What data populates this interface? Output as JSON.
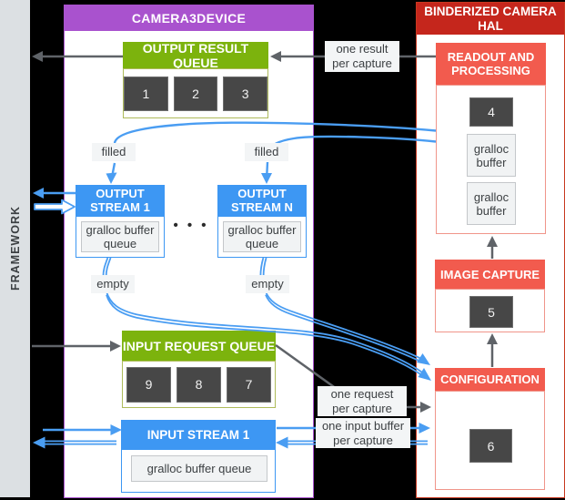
{
  "colors": {
    "purple": "#A952CE",
    "dark-red": "#C5261C",
    "light-red": "#F25B4E",
    "green": "#7CB30D",
    "blue": "#3D97F3",
    "arrow-blue": "#4A9DF2",
    "arrow-gray": "#5F6368",
    "dark-box": "#474747",
    "olive-border": "#AEBB5A",
    "label-bg": "#F3F5F6",
    "framework-bg": "#DCE0E3",
    "light-red-border": "#F0958A"
  },
  "framework": {
    "label": "FRAMEWORK"
  },
  "camera3device": {
    "title": "CAMERA3DEVICE",
    "output_result_queue": {
      "title": "OUTPUT RESULT QUEUE",
      "items": [
        "1",
        "2",
        "3"
      ]
    },
    "output_stream_1": {
      "title": "OUTPUT\nSTREAM 1",
      "buffer": "gralloc buffer queue"
    },
    "output_stream_n": {
      "title": "OUTPUT\nSTREAM N",
      "buffer": "gralloc buffer queue"
    },
    "ellipsis": "• • •",
    "input_request_queue": {
      "title": "INPUT REQUEST QUEUE",
      "items": [
        "9",
        "8",
        "7"
      ]
    },
    "input_stream_1": {
      "title": "INPUT STREAM 1",
      "buffer": "gralloc buffer queue"
    }
  },
  "hal": {
    "title": "BINDERIZED CAMERA\nHAL",
    "readout": {
      "title": "READOUT AND\nPROCESSING",
      "item": "4",
      "buffer_1": "gralloc\nbuffer",
      "buffer_2": "gralloc\nbuffer"
    },
    "image_capture": {
      "title": "IMAGE CAPTURE",
      "item": "5"
    },
    "configuration": {
      "title": "CONFIGURATION",
      "item": "6"
    }
  },
  "annotations": {
    "filled_1": "filled",
    "filled_2": "filled",
    "empty_1": "empty",
    "empty_2": "empty",
    "one_result": "one result\nper capture",
    "one_request": "one request\nper capture",
    "one_input_buffer": "one input buffer\nper capture"
  }
}
